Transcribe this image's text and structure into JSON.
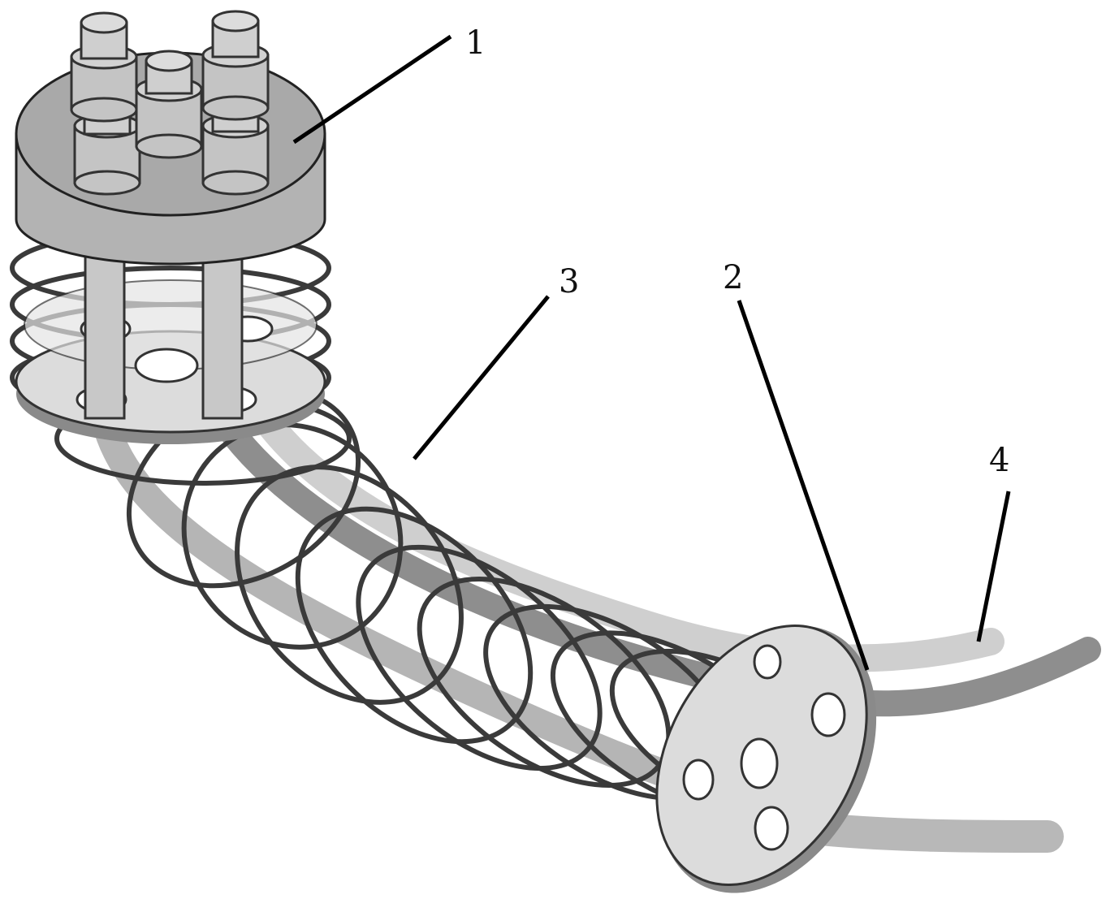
{
  "figure": {
    "callouts": [
      {
        "id": "callout-1",
        "text": "1"
      },
      {
        "id": "callout-2",
        "text": "2"
      },
      {
        "id": "callout-3",
        "text": "3"
      },
      {
        "id": "callout-4",
        "text": "4"
      }
    ],
    "colors": {
      "coil": "#3a3a3a",
      "housing": "#b3b3b3",
      "housing_top": "#a9a9a9",
      "disk": "#dcdcdc",
      "rod_light": "#d6d6d6",
      "rod_mid": "#b9b9b9",
      "rod_dark": "#8c8c8c",
      "leader": "#000000"
    }
  }
}
